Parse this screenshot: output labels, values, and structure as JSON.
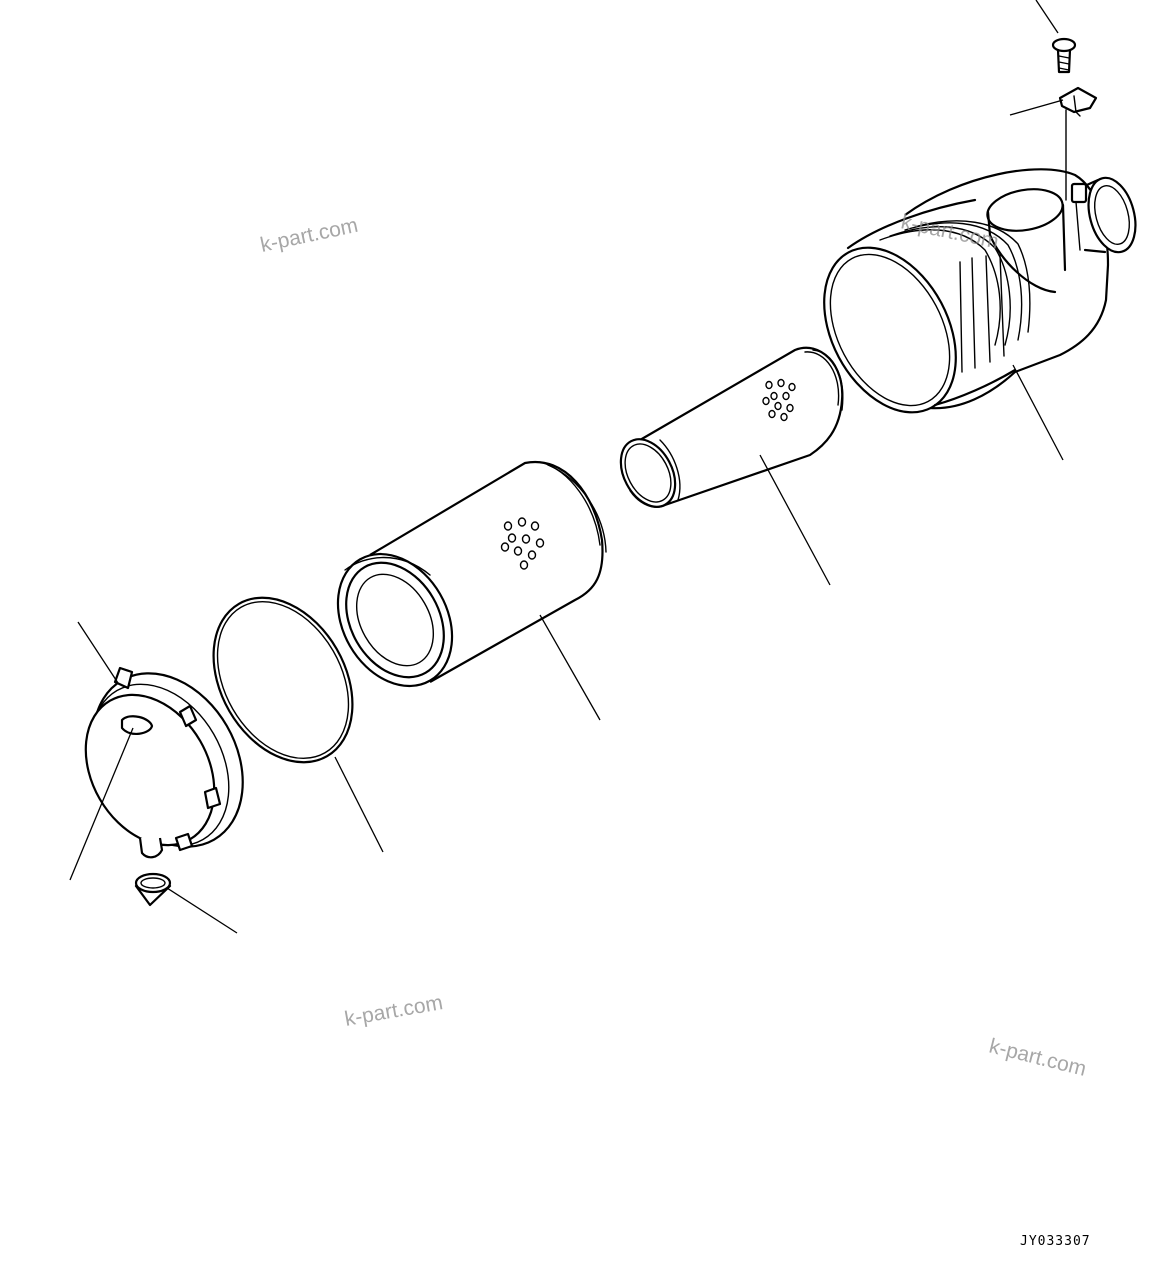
{
  "drawing": {
    "code": "JY033307",
    "watermarks": [
      "k-part.com",
      "k-part.com",
      "k-part.com",
      "k-part.com"
    ]
  }
}
